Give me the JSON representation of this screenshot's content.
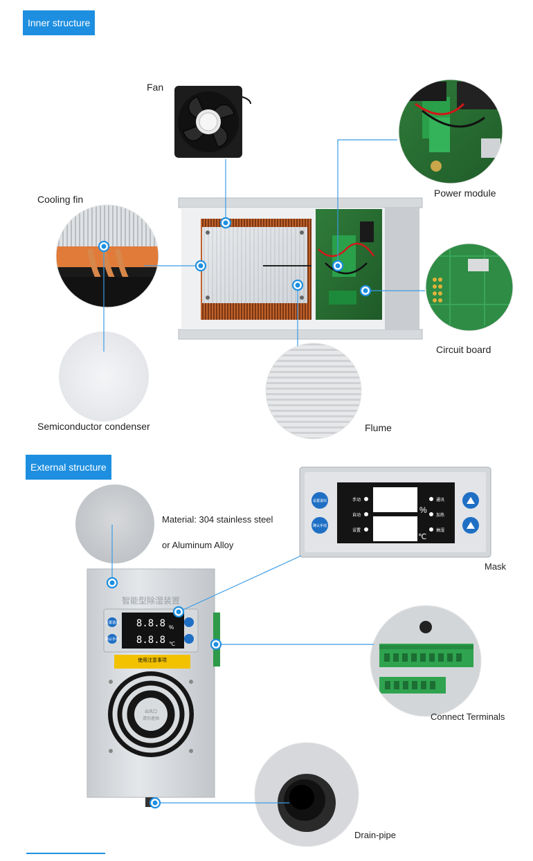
{
  "sections": {
    "inner": "Inner structure",
    "external": "External structure"
  },
  "labels": {
    "fan": "Fan",
    "power_module": "Power module",
    "cooling_fin": "Cooling fin",
    "circuit_board": "Circuit board",
    "semiconductor_condenser": "Semiconductor condenser",
    "flume": "Flume",
    "material_line1": "Material: 304 stainless steel",
    "material_line2": "or Aluminum Alloy",
    "mask": "Mask",
    "connect_terminals": "Connect Terminals",
    "drain_pipe": "Drain-pipe"
  },
  "device": {
    "brand_text": "智能型除湿装置",
    "warning_title": "使用注意事项",
    "display_digits_top": "8.8.8",
    "display_digits_bottom": "8.8.8",
    "unit_humidity": "%",
    "unit_temp": "℃",
    "btn_left_top": "设置退出",
    "btn_left_bottom": "确认手动",
    "vent_text": "出风口",
    "vent_text2": "请勿遮挡"
  },
  "mask_panel": {
    "btn_left_top": "设置退出",
    "btn_left_bottom": "确认手动",
    "ind_left": [
      "手动",
      "自动",
      "设置"
    ],
    "ind_right": [
      "通讯",
      "加热",
      "抽湿"
    ],
    "unit_humidity": "%",
    "unit_temp": "℃"
  },
  "colors": {
    "accent": "#1e8fe0",
    "line": "#3a9be6"
  }
}
